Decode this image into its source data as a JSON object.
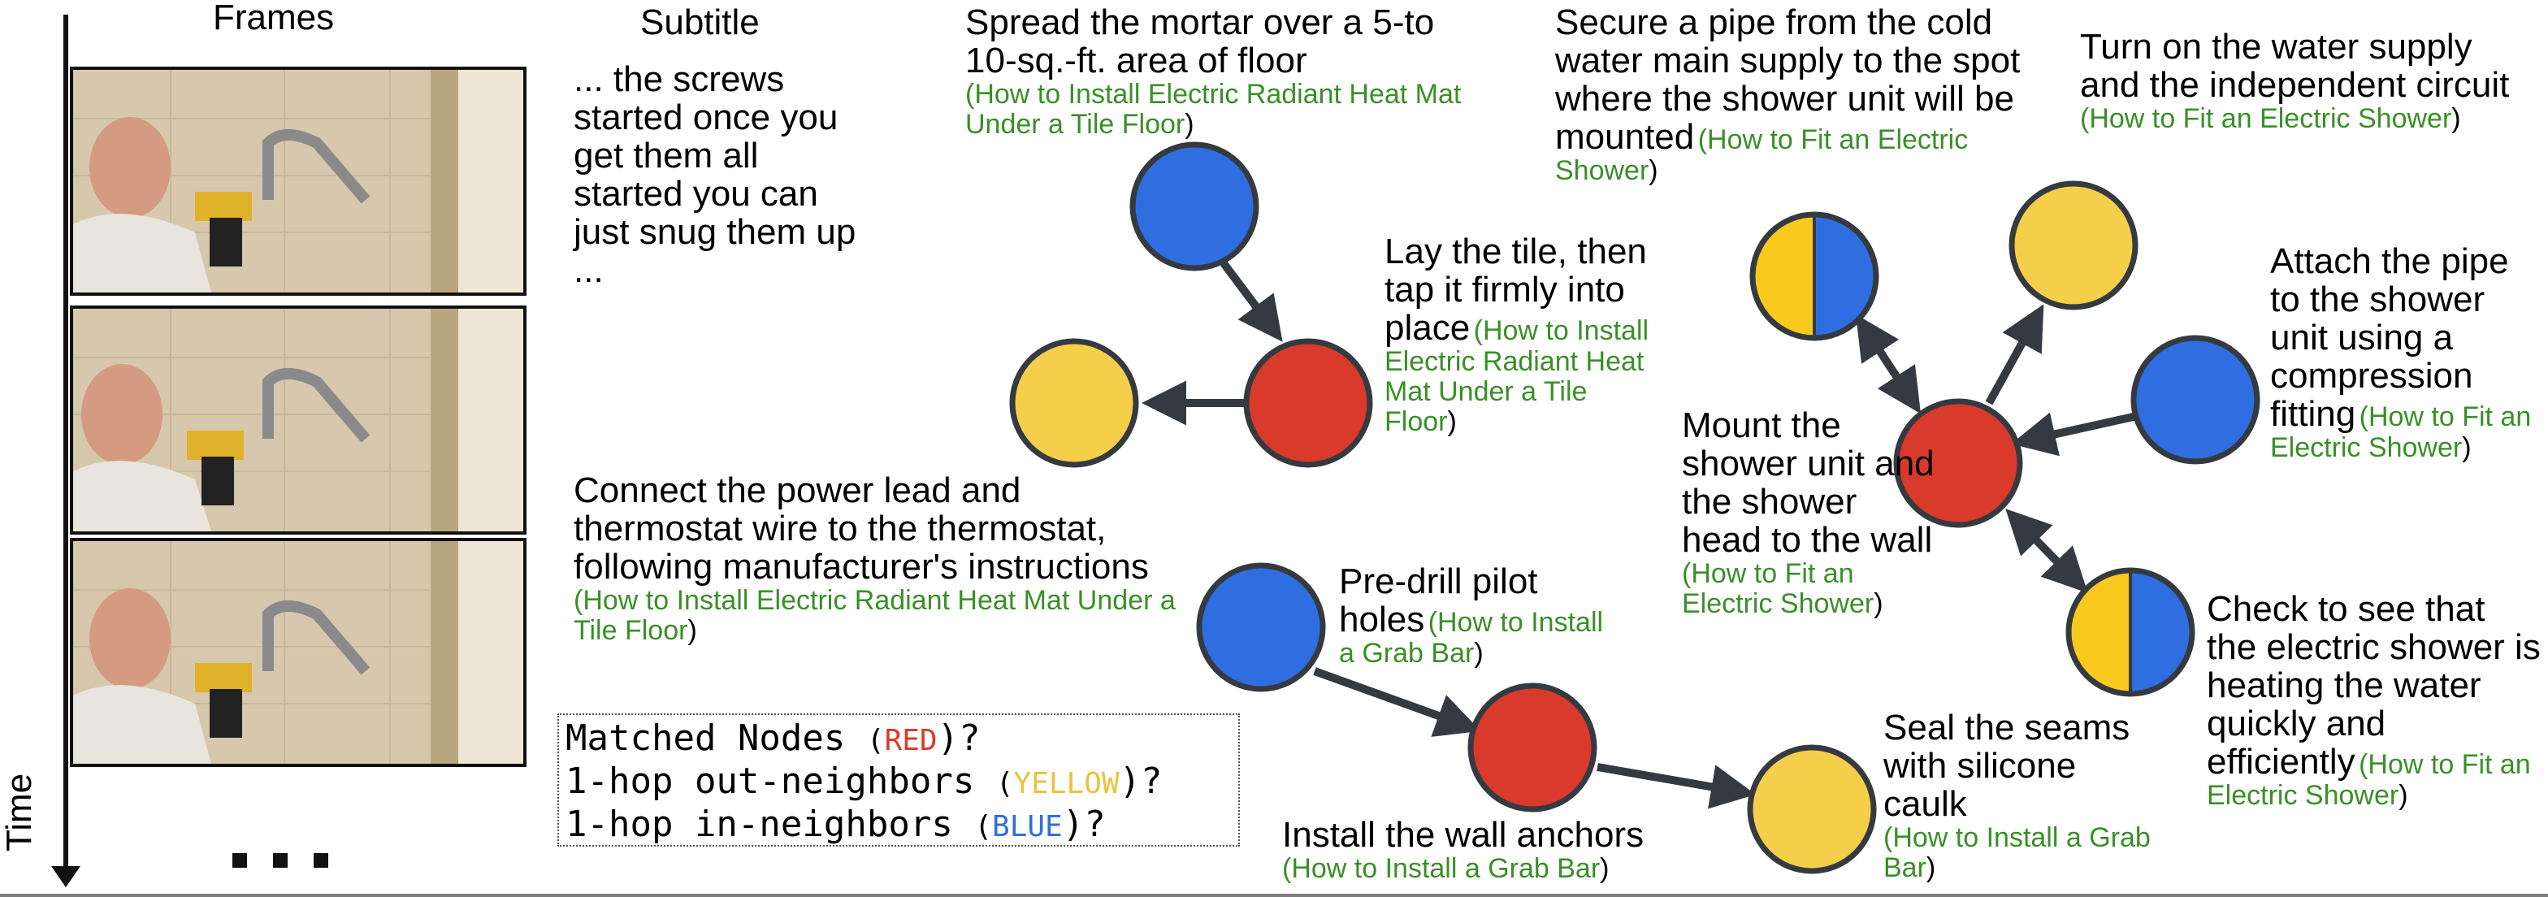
{
  "headers": {
    "frames": "Frames",
    "subtitle": "Subtitle",
    "time": "Time"
  },
  "subtitle_text": "... the screws started once you get them all started you can just snug them up ...",
  "ellipsis": "...",
  "legend": {
    "line1": {
      "label": "Matched Nodes ",
      "open": "(",
      "word": "RED",
      "close": ")?"
    },
    "line2": {
      "label": "1-hop out-neighbors ",
      "open": "(",
      "word": "YELLOW",
      "close": ")?"
    },
    "line3": {
      "label": "1-hop in-neighbors ",
      "open": "(",
      "word": "BLUE",
      "close": ")?"
    }
  },
  "colors": {
    "red": "#d93a2b",
    "yellow": "#f5cf4a",
    "yellow_half": "#f9c91e",
    "blue": "#2f6ee0",
    "source_green": "#3a8f28",
    "edge": "#343a40",
    "legend_red": "#d93a2b",
    "legend_yellow": "#e8c33d",
    "legend_blue": "#2f6ee0"
  },
  "labels": {
    "spread_mortar": {
      "text": "Spread the mortar over a 5-to 10-sq.-ft. area of floor",
      "source": "How to Install Electric Radiant Heat Mat Under a Tile Floor"
    },
    "lay_tile": {
      "text": "Lay the tile, then tap it firmly into place",
      "source": "How to Install Electric Radiant Heat Mat Under a Tile Floor"
    },
    "connect_power": {
      "text": "Connect the power lead and thermostat wire to the thermostat, following manufacturer's instructions",
      "source": "How to Install Electric Radiant Heat Mat Under a Tile Floor"
    },
    "pre_drill": {
      "text": "Pre-drill pilot holes",
      "source": "How to Install a Grab Bar"
    },
    "wall_anchors": {
      "text": "Install the wall anchors",
      "source": "How to Install a Grab Bar"
    },
    "seal_seams": {
      "text": "Seal the seams with silicone caulk",
      "source": "How to Install a Grab Bar"
    },
    "secure_pipe": {
      "text": "Secure a pipe from the cold water main supply to the spot where the shower unit will be mounted",
      "source": "How to Fit an Electric Shower"
    },
    "turn_on_water": {
      "text": "Turn on the water supply and the independent circuit",
      "source": "How to Fit an Electric Shower"
    },
    "attach_pipe": {
      "text": "Attach the pipe to the shower unit using a compression fitting",
      "source": "How to Fit an Electric Shower"
    },
    "mount_unit": {
      "text": "Mount the shower unit and the shower head to the wall",
      "source": "How to Fit an Electric Shower"
    },
    "check_heating": {
      "text": "Check to see that the electric shower is heating the water quickly and efficiently",
      "source": "How to Fit an Electric Shower"
    }
  }
}
